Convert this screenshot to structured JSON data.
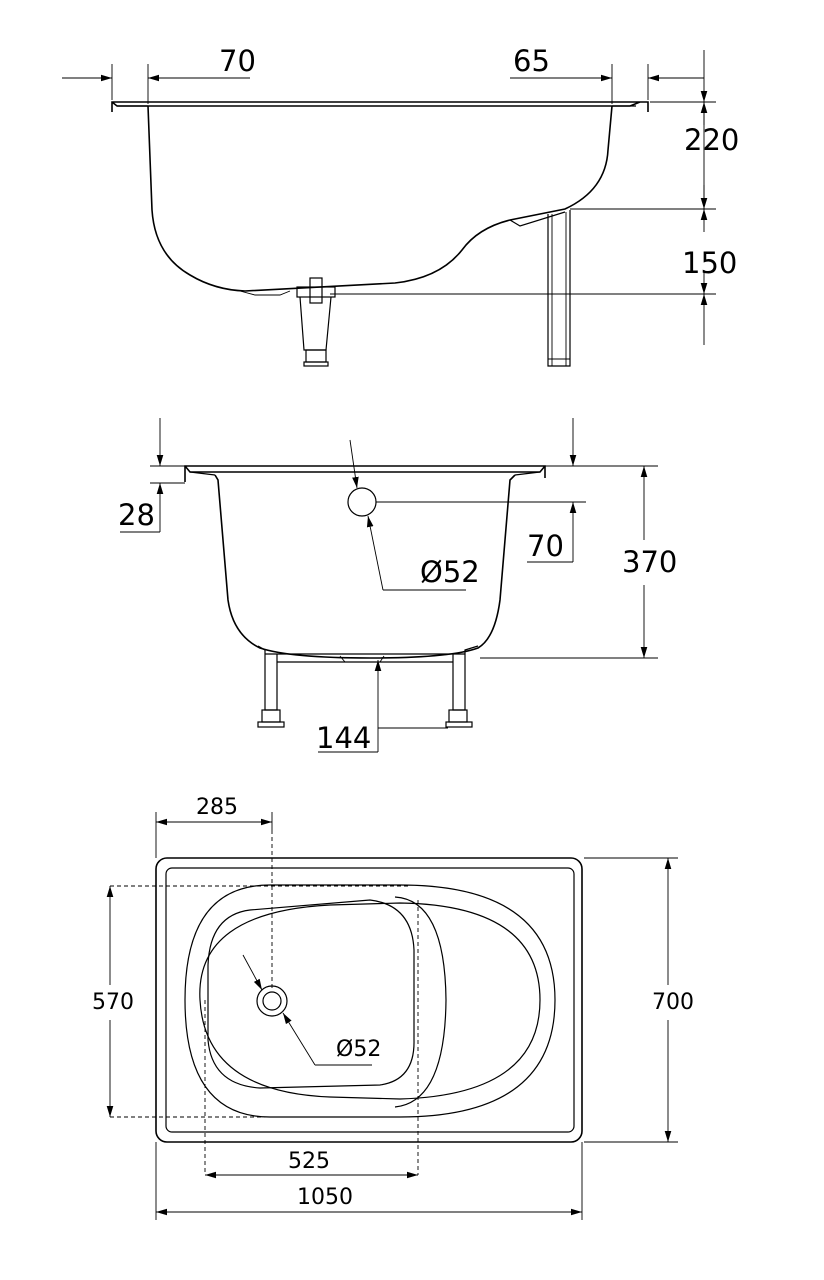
{
  "side_view": {
    "dim_left_overhang": "70",
    "dim_right_overhang": "65",
    "dim_depth_upper": "220",
    "dim_depth_lower": "150"
  },
  "front_view": {
    "dim_rim_thickness": "28",
    "dim_overflow_offset": "70",
    "dim_total_height": "370",
    "dim_overflow_diameter": "Ø52",
    "dim_leg_height": "144"
  },
  "top_view": {
    "dim_drain_offset": "285",
    "dim_inner_width": "570",
    "dim_outer_width": "700",
    "dim_drain_diameter": "Ø52",
    "dim_inner_length": "525",
    "dim_outer_length": "1050"
  }
}
